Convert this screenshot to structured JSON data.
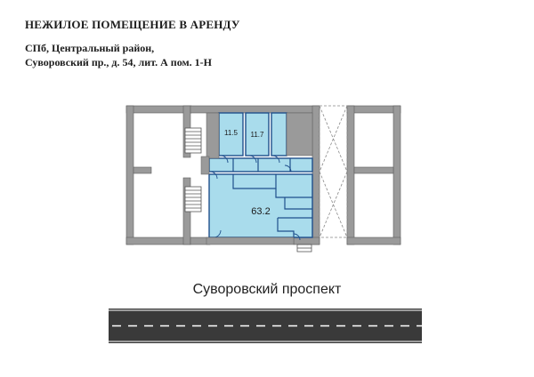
{
  "header": {
    "title": "НЕЖИЛОЕ ПОМЕЩЕНИЕ В АРЕНДУ",
    "address_line1": "СПб, Центральный район,",
    "address_line2": "Суворовский пр., д. 54, лит. А пом. 1-Н"
  },
  "rooms": [
    {
      "label": "11.5"
    },
    {
      "label": "11.7"
    },
    {
      "label": "63.2"
    }
  ],
  "street": {
    "label": "Суворовский проспект"
  },
  "colors": {
    "wall": "#9a9a9a",
    "rented_fill": "#a9dcec",
    "rented_stroke": "#1f4f8c",
    "road": "#3a3a3a",
    "road_marking": "#ffffff"
  }
}
